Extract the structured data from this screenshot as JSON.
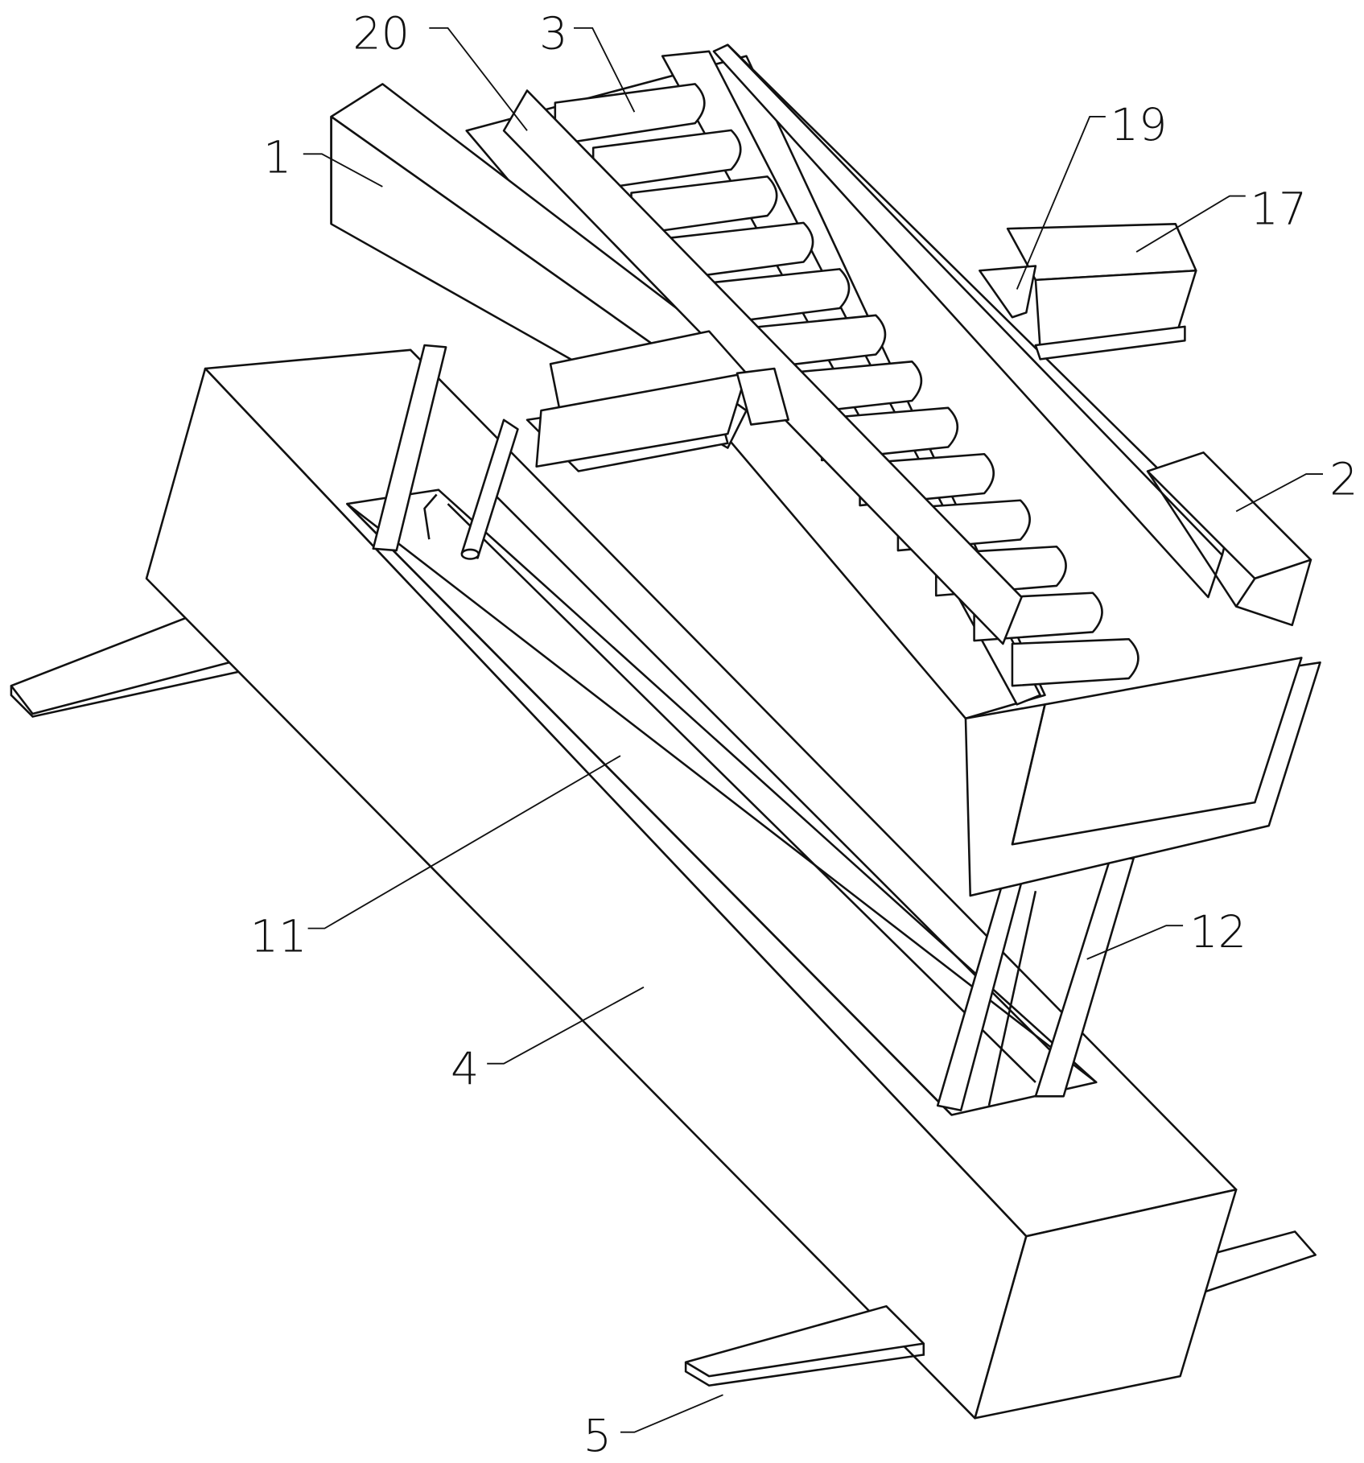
{
  "figure": {
    "type": "patent-perspective-drawing",
    "labels": {
      "l1": "1",
      "l2": "2",
      "l3": "3",
      "l4": "4",
      "l5": "5",
      "l11": "11",
      "l12": "12",
      "l17": "17",
      "l19": "19",
      "l20": "20"
    }
  }
}
